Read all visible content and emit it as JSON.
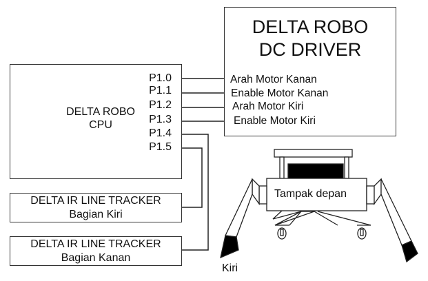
{
  "driver": {
    "title_line1": "DELTA ROBO",
    "title_line2": "DC DRIVER",
    "signals": [
      "Arah Motor Kanan",
      "Enable Motor Kanan",
      "Arah Motor Kiri",
      "Enable Motor Kiri"
    ]
  },
  "cpu": {
    "title_line1": "DELTA ROBO",
    "title_line2": "CPU",
    "pins": [
      "P1.0",
      "P1.1",
      "P1.2",
      "P1.3",
      "P1.4",
      "P1.5"
    ]
  },
  "trackers": [
    {
      "title": "DELTA IR LINE TRACKER",
      "subtitle": "Bagian Kiri"
    },
    {
      "title": "DELTA IR LINE TRACKER",
      "subtitle": "Bagian Kanan"
    }
  ],
  "robot": {
    "body_label": "Tampak depan",
    "side_label": "Kiri"
  },
  "colors": {
    "line": "#222222",
    "fill_dark": "#000000",
    "background": "#ffffff"
  }
}
